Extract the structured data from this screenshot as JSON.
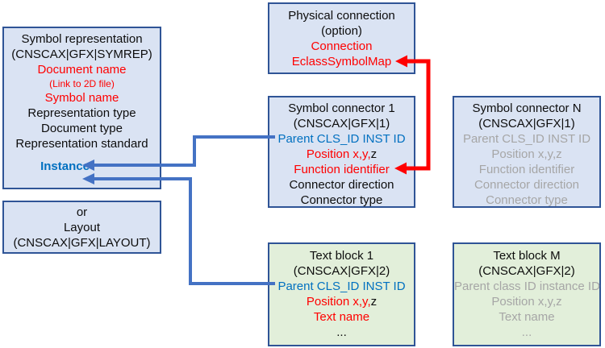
{
  "boxes": {
    "symrep": {
      "title": "Symbol representation",
      "code": "(CNSCAX|GFX|SYMREP)",
      "document_name": "Document name",
      "document_link": "(Link to 2D file)",
      "symbol_name": "Symbol name",
      "representation_type": "Representation type",
      "document_type": "Document type",
      "representation_standard": "Representation standard",
      "instance": "Instance"
    },
    "layout": {
      "or": "or",
      "title": "Layout",
      "code": "(CNSCAX|GFX|LAYOUT)"
    },
    "physical": {
      "title": "Physical connection",
      "option": "(option)",
      "connection": "Connection",
      "eclass": "EclassSymbolMap"
    },
    "connector1": {
      "title": "Symbol connector 1",
      "code": "(CNSCAX|GFX|1)",
      "parent": "Parent CLS_ID INST ID",
      "position": "Position x,y,",
      "position_z": "z",
      "function": "Function identifier",
      "direction": "Connector direction",
      "type": "Connector type"
    },
    "connectorN": {
      "title": "Symbol connector N",
      "code": "(CNSCAX|GFX|1)",
      "parent": "Parent CLS_ID INST ID",
      "position": "Position x,y,z",
      "function": "Function identifier",
      "direction": "Connector direction",
      "type": "Connector type"
    },
    "textblock1": {
      "title": "Text block 1",
      "code": "(CNSCAX|GFX|2)",
      "parent": "Parent CLS_ID INST ID",
      "position": "Position x,y,",
      "position_z": "z",
      "text_name": "Text name",
      "ellipsis": "..."
    },
    "textblockM": {
      "title": "Text block M",
      "code": "(CNSCAX|GFX|2)",
      "parent": "Parent class ID instance ID",
      "position": "Position x,y,z",
      "text_name": "Text name",
      "ellipsis": "..."
    }
  },
  "colors": {
    "box_fill_blue": "#dae3f3",
    "box_fill_green": "#e2efda",
    "box_border": "#2f5496",
    "arrow_blue": "#4472c4",
    "arrow_red": "#ff0000",
    "text_red": "#ff0000",
    "text_blue": "#0070c0",
    "text_gray": "#a6a6a6",
    "text_black": "#0d0d0d"
  }
}
